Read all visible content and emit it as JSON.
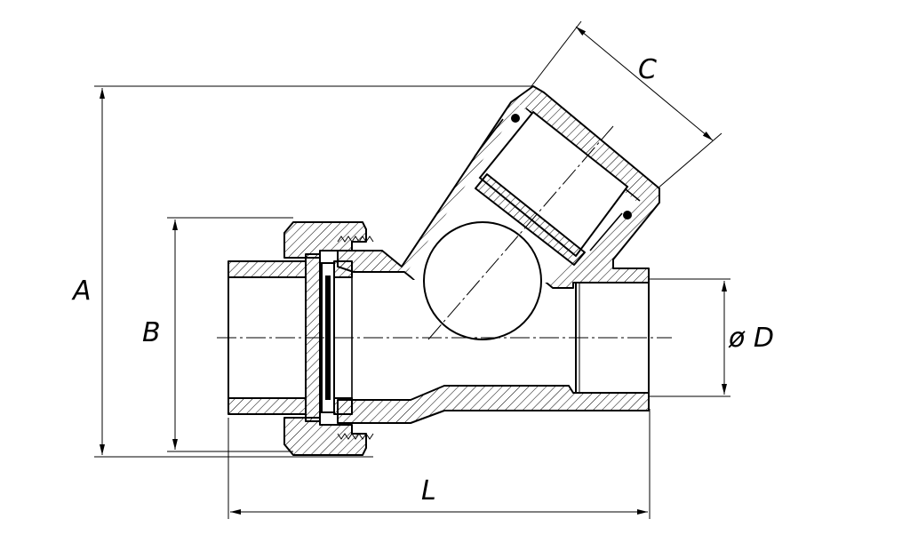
{
  "labels": {
    "A": "A",
    "B": "B",
    "C": "C",
    "D": "ø D",
    "L": "L"
  },
  "colors": {
    "ink": "#000000",
    "paper": "#ffffff"
  }
}
